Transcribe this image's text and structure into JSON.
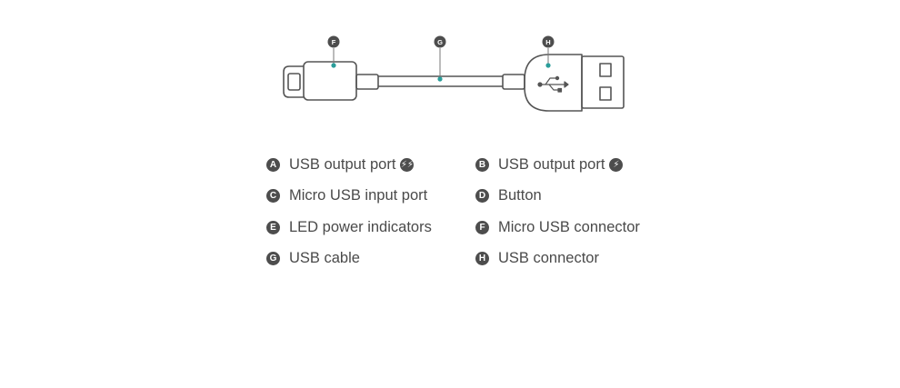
{
  "colors": {
    "stroke": "#555555",
    "accent": "#2a9d9a",
    "badge": "#4d4d4d"
  },
  "callouts": [
    {
      "letter": "F",
      "name": "micro-usb-connector"
    },
    {
      "letter": "G",
      "name": "usb-cable"
    },
    {
      "letter": "H",
      "name": "usb-connector"
    }
  ],
  "legend": {
    "a": {
      "letter": "A",
      "text": "USB output port",
      "icon": "double-bolt-icon"
    },
    "b": {
      "letter": "B",
      "text": "USB output port",
      "icon": "bolt-icon"
    },
    "c": {
      "letter": "C",
      "text": "Micro USB input port"
    },
    "d": {
      "letter": "D",
      "text": "Button"
    },
    "e": {
      "letter": "E",
      "text": "LED power indicators"
    },
    "f": {
      "letter": "F",
      "text": "Micro USB connector"
    },
    "g": {
      "letter": "G",
      "text": "USB cable"
    },
    "h": {
      "letter": "H",
      "text": "USB connector"
    }
  }
}
